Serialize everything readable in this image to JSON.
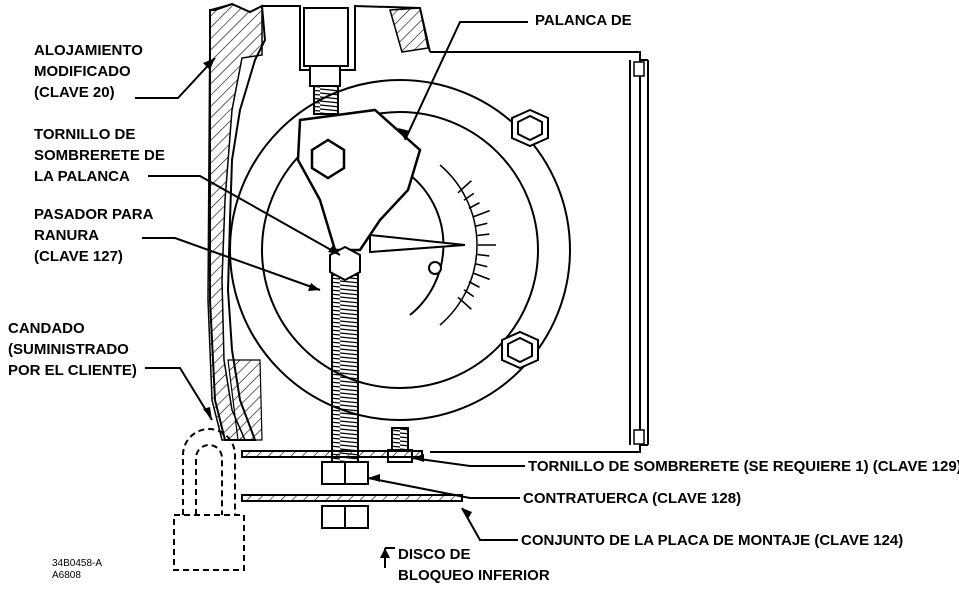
{
  "callouts": {
    "housing": [
      "ALOJAMIENTO",
      "MODIFICADO",
      "(CLAVE 20)"
    ],
    "lever": [
      "PALANCA DE"
    ],
    "lever_cap_screw": [
      "TORNILLO DE",
      "SOMBRERETE DE",
      "LA PALANCA"
    ],
    "slot_pin": [
      "PASADOR PARA",
      "RANURA",
      "(CLAVE 127)"
    ],
    "padlock": [
      "CANDADO",
      "(SUMINISTRADO",
      "POR EL CLIENTE)"
    ],
    "cap_screw": "TORNILLO DE SOMBRERETE (SE REQUIERE 1) (CLAVE 129)",
    "lock_nut": "CONTRATUERCA (CLAVE 128)",
    "mounting_plate": "CONJUNTO DE LA PLACA DE MONTAJE (CLAVE 124)",
    "lower_lock_disc": [
      "DISCO DE",
      "BLOQUEO INFERIOR"
    ]
  },
  "drawing_id": [
    "34B0458-A",
    "A6808"
  ]
}
